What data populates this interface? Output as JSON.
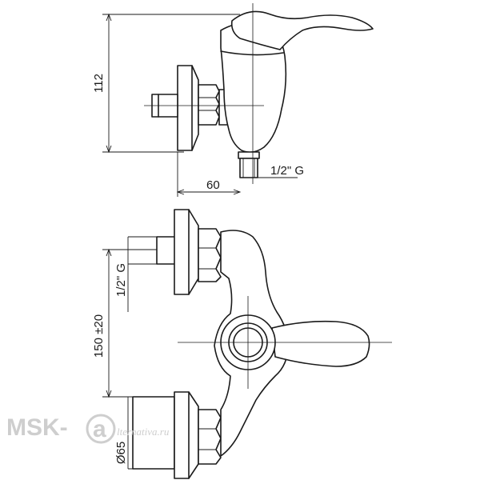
{
  "side_view": {
    "dim_height": "112",
    "dim_projection": "60",
    "dim_thread": "1/2\" G"
  },
  "front_view": {
    "dim_thread": "1/2\" G",
    "dim_spacing": "150 ±20",
    "dim_flange": "Ø65"
  },
  "watermark": {
    "brand": "MSK-",
    "logo_letter": "a",
    "site": "lternativa.ru"
  }
}
